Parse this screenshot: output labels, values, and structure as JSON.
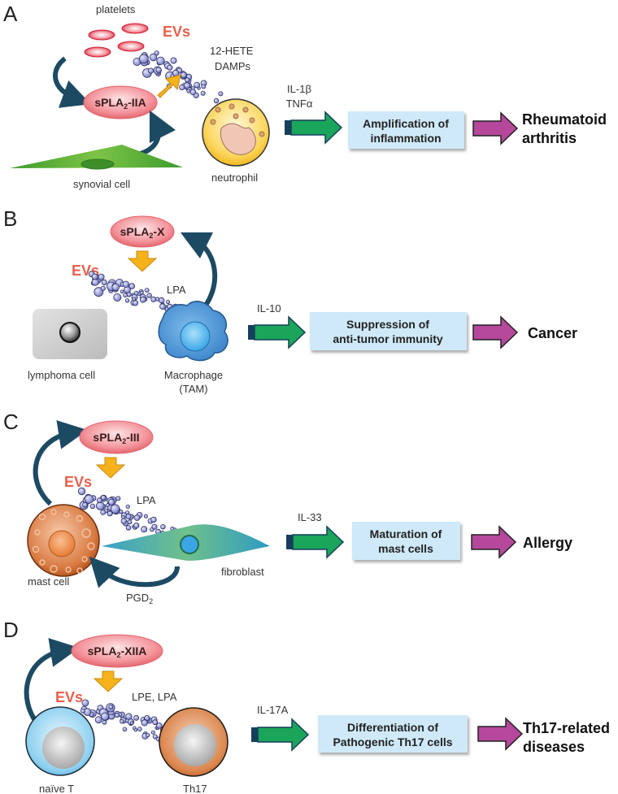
{
  "colors": {
    "ev_label": "#e8604c",
    "enzyme_fill": "#f5a3a8",
    "vesicle": "#8f93d6",
    "green_arrow": "#1aa55a",
    "green_arrow_tail": "#173f5c",
    "purple_arrow": "#b5489b",
    "box_fill": "#cfe9f8",
    "curved_arrow": "#1d4a63",
    "yellow_arrow": "#f5b21a"
  },
  "panels": [
    {
      "letter": "A",
      "enzyme": {
        "base": "sPLA",
        "sub": "2",
        "suffix": "-IIA"
      },
      "ev_label": "EVs",
      "cells": [
        "platelets",
        "synovial cell",
        "neutrophil"
      ],
      "mediators": [
        "12-HETE",
        "DAMPs"
      ],
      "cytokines": [
        "IL-1β",
        "TNFα"
      ],
      "effect": [
        "Amplification of",
        "inflammation"
      ],
      "disease": [
        "Rheumatoid",
        "arthritis"
      ]
    },
    {
      "letter": "B",
      "enzyme": {
        "base": "sPLA",
        "sub": "2",
        "suffix": "-X"
      },
      "ev_label": "EVs",
      "cells": [
        "lymphoma cell",
        "Macrophage",
        "(TAM)"
      ],
      "mediators": [
        "LPA"
      ],
      "cytokines": [
        "IL-10"
      ],
      "effect": [
        "Suppression of",
        "anti-tumor immunity"
      ],
      "disease": [
        "Cancer"
      ]
    },
    {
      "letter": "C",
      "enzyme": {
        "base": "sPLA",
        "sub": "2",
        "suffix": "-III"
      },
      "ev_label": "EVs",
      "cells": [
        "mast cell",
        "fibroblast"
      ],
      "mediators": [
        "LPA"
      ],
      "feedback": {
        "base": "PGD",
        "sub": "2"
      },
      "cytokines": [
        "IL-33"
      ],
      "effect": [
        "Maturation of",
        "mast cells"
      ],
      "disease": [
        "Allergy"
      ]
    },
    {
      "letter": "D",
      "enzyme": {
        "base": "sPLA",
        "sub": "2",
        "suffix": "-XIIA"
      },
      "ev_label": "EVs",
      "cells": [
        "naïve T",
        "Th17"
      ],
      "mediators": [
        "LPE, LPA"
      ],
      "cytokines": [
        "IL-17A"
      ],
      "effect": [
        "Differentiation of",
        "Pathogenic Th17 cells"
      ],
      "disease": [
        "Th17-related",
        "diseases"
      ]
    }
  ]
}
